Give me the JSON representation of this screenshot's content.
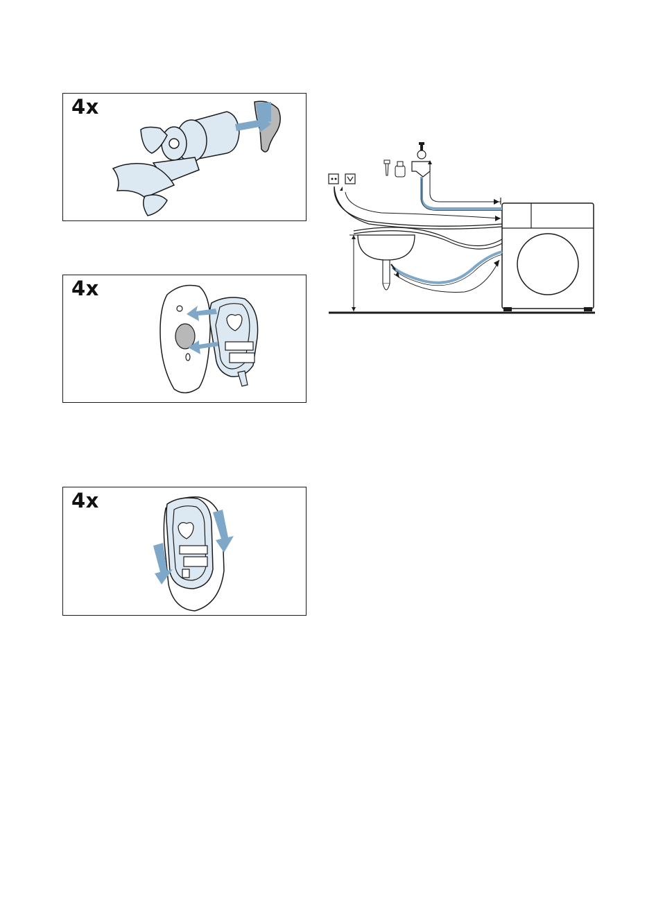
{
  "panels": [
    {
      "count_label": "4x"
    },
    {
      "count_label": "4x"
    },
    {
      "count_label": "4x"
    }
  ],
  "colors": {
    "accent_blue": "#7fa8c8",
    "part_fill": "#dde9f2",
    "wall_grey": "#b8b8b8",
    "line": "#1a1a1a"
  },
  "icons": {
    "panel1": "transport-bolt-removal-icon",
    "panel2": "cover-cap-insert-icon",
    "panel3": "cover-cap-push-icon",
    "diagram": "washing-machine-installation-icon"
  }
}
